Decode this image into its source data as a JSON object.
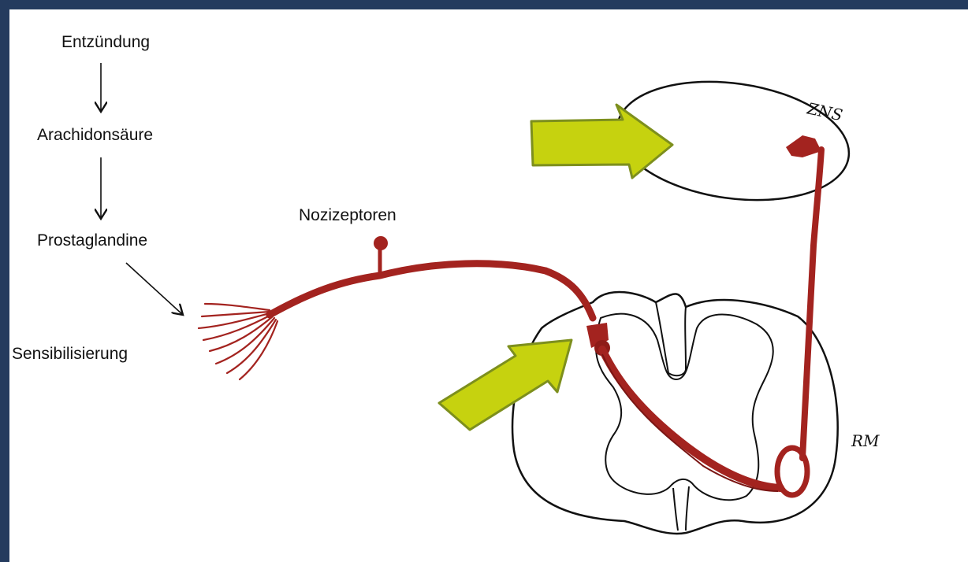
{
  "pathway": {
    "steps": [
      "Entzündung",
      "Arachidonsäure",
      "Prostaglandine",
      "Sensibilisierung"
    ]
  },
  "labels": {
    "nociceptors": "Nozizeptoren",
    "cns": "ZNS",
    "spinal_cord": "RM"
  },
  "colors": {
    "frame": "#243b5e",
    "nerve": "#a3231f",
    "highlight_arrow": "#c6d20f",
    "highlight_arrow_border": "#7d8f1d",
    "outline": "#111111"
  }
}
